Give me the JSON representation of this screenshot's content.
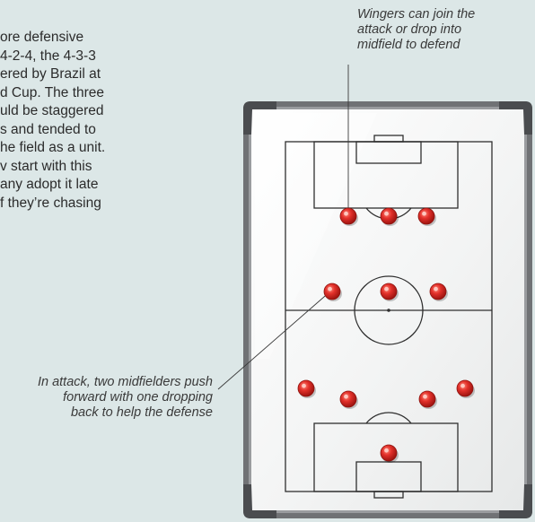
{
  "article": {
    "lines": [
      "ore defensive",
      "4-2-4, the 4-3-3",
      "ered by Brazil at",
      "d Cup. The three",
      "uld be staggered",
      "s and tended to",
      "he field as a unit.",
      "v start with this",
      "any adopt it late",
      "f they’re chasing"
    ]
  },
  "annotations": {
    "top": [
      "Wingers can join the",
      "attack or drop into",
      "midfield to defend"
    ],
    "bottom": [
      "In attack, two midfielders push",
      "forward with one dropping",
      "back to help the defense"
    ]
  },
  "colors": {
    "background": "#dce7e7",
    "board_frame": "#6d6f72",
    "board_surface": "#f6f7f7",
    "field_lines": "#2f2f2f",
    "player_red": "#d8261f"
  }
}
